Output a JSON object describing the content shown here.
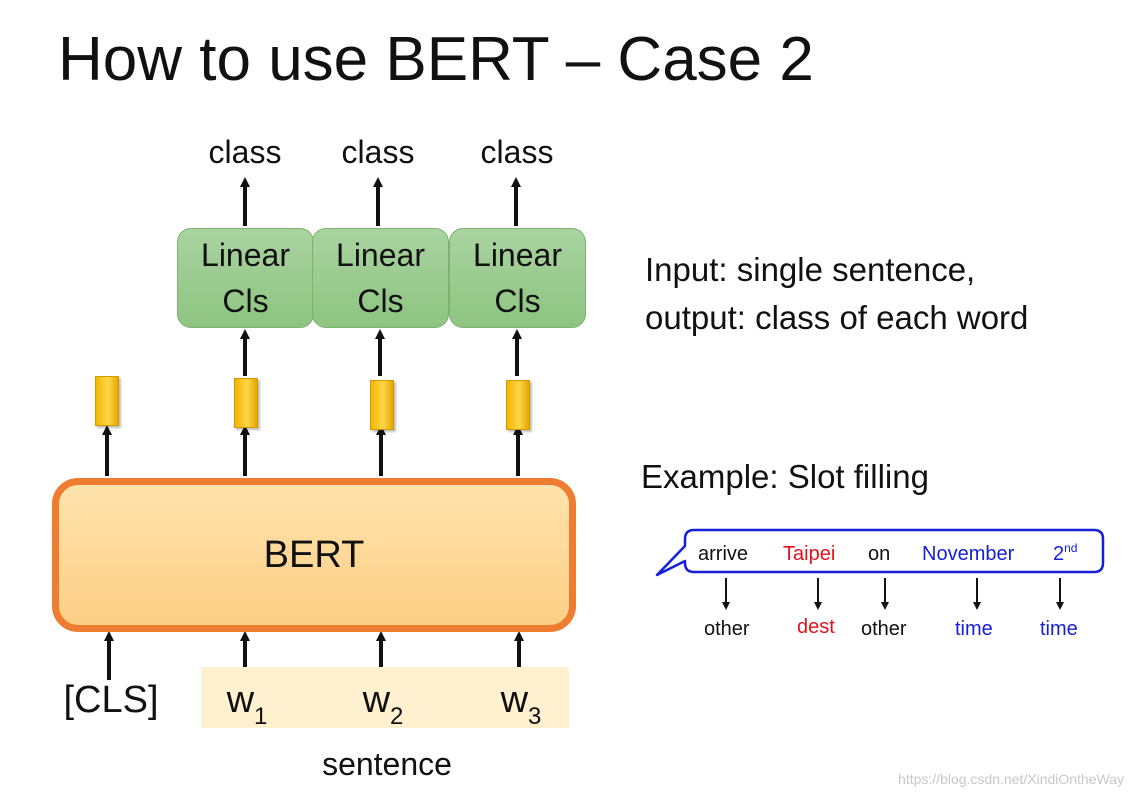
{
  "title": "How to use BERT – Case 2",
  "outputs": [
    {
      "label": "class",
      "box_line1": "Linear",
      "box_line2": "Cls"
    },
    {
      "label": "class",
      "box_line1": "Linear",
      "box_line2": "Cls"
    },
    {
      "label": "class",
      "box_line1": "Linear",
      "box_line2": "Cls"
    }
  ],
  "model": {
    "label": "BERT"
  },
  "inputs": {
    "cls_token": "[CLS]",
    "words": [
      {
        "base": "w",
        "sub": "1"
      },
      {
        "base": "w",
        "sub": "2"
      },
      {
        "base": "w",
        "sub": "3"
      }
    ],
    "sentence_label": "sentence"
  },
  "description": {
    "line1": "Input: single sentence,",
    "line2": "output: class of each word"
  },
  "example": {
    "heading": "Example: Slot filling",
    "words": [
      "arrive",
      "Taipei",
      "on",
      "November",
      "2"
    ],
    "ordinal_suffix": "nd",
    "tags": [
      "other",
      "dest",
      "other",
      "time",
      "time"
    ],
    "colors": {
      "other": "#111111",
      "dest": "#e2131b",
      "time": "#1620d8",
      "bubble_border": "#1620d8"
    }
  },
  "watermark": "https://blog.csdn.net/XindiOntheWay"
}
